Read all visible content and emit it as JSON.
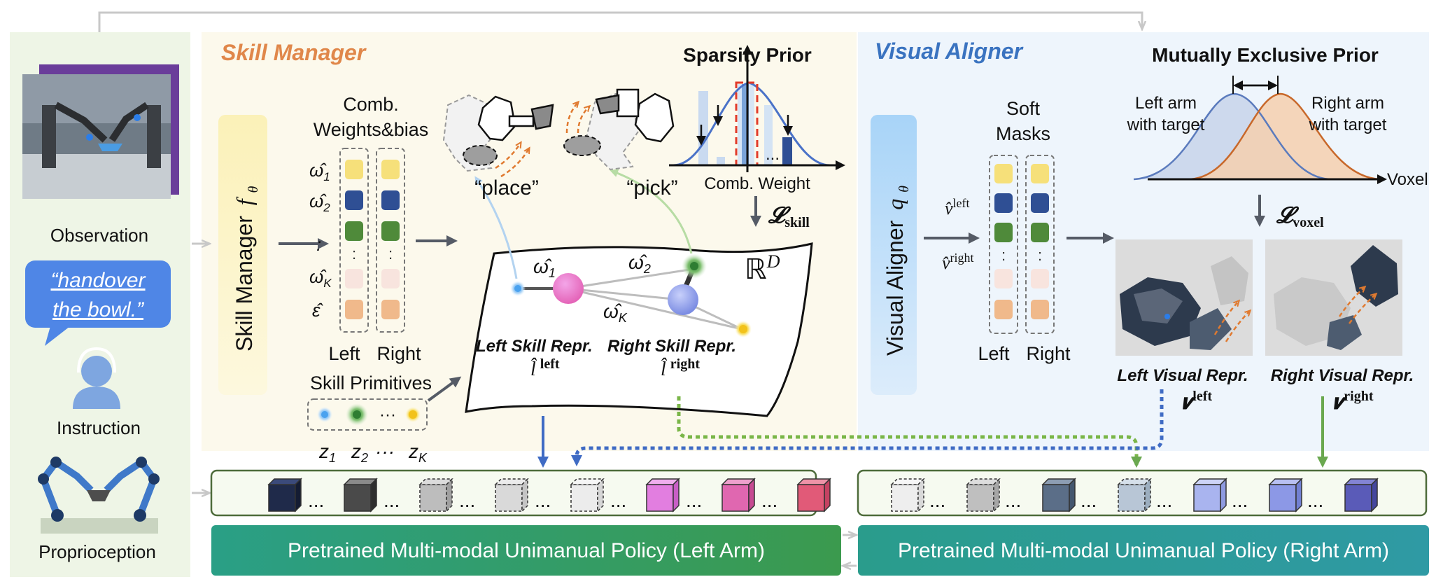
{
  "inputs": {
    "observation": "Observation",
    "instruction_quote_line1": "“handover",
    "instruction_quote_line2": "the bowl.”",
    "instruction": "Instruction",
    "proprioception": "Proprioception"
  },
  "skill_manager": {
    "title": "Skill Manager",
    "module_label": "Skill Manager",
    "module_symbol": "f",
    "module_sub": "θ",
    "comb_label_line1": "Comb.",
    "comb_label_line2": "Weights&bias",
    "weight_symbols": [
      "ω̂",
      "ω̂",
      ":",
      "ω̂",
      "ε̂"
    ],
    "weight_subs": [
      "1",
      "2",
      "",
      "K",
      ""
    ],
    "left": "Left",
    "right": "Right",
    "primitives_label": "Skill Primitives",
    "primitive_labels": [
      "z",
      "z",
      "···",
      "z"
    ],
    "primitive_subs": [
      "1",
      "2",
      "",
      "K"
    ],
    "place": "“place”",
    "pick": "“pick”",
    "sparsity_prior": "Sparsity Prior",
    "comb_weight": "Comb. Weight",
    "dots": "...",
    "loss_skill": "𝓛",
    "loss_skill_sub": "skill",
    "space": "ℝ",
    "space_sup": "D",
    "omega1": "ω̂",
    "omega1_sub": "1",
    "omega2": "ω̂",
    "omega2_sub": "2",
    "omegaK": "ω̂",
    "omegaK_sub": "K",
    "left_skill_repr": "Left Skill Repr.",
    "right_skill_repr": "Right Skill Repr.",
    "l_left": "l̂",
    "l_left_sup": "left",
    "l_right": "l̂",
    "l_right_sup": "right"
  },
  "visual_aligner": {
    "title": "Visual Aligner",
    "module_label": "Visual Aligner",
    "module_symbol": "q",
    "module_sub": "θ",
    "soft_line1": "Soft",
    "soft_line2": "Masks",
    "v_left": "v̂",
    "v_left_sup": "left",
    "v_right": "v̂",
    "v_right_sup": "right",
    "left": "Left",
    "right": "Right",
    "mutex_prior": "Mutually Exclusive Prior",
    "left_arm_line1": "Left arm",
    "left_arm_line2": "with target",
    "right_arm_line1": "Right arm",
    "right_arm_line2": "with target",
    "voxel": "Voxel",
    "loss_voxel": "𝓛",
    "loss_voxel_sub": "voxel",
    "left_visual_repr": "Left Visual Repr.",
    "right_visual_repr": "Right Visual Repr.",
    "vis_left": "𝒗",
    "vis_left_sup": "left",
    "vis_right": "𝒗",
    "vis_right_sup": "right"
  },
  "policies": {
    "left": "Pretrained Multi-modal Unimanual Policy (Left Arm)",
    "right": "Pretrained Multi-modal Unimanual Policy (Right Arm)"
  },
  "token_dots": "...",
  "colors": {
    "skill_title": "#e0874a",
    "visual_title": "#3a73c0",
    "yellow": "#f6e07a",
    "navy": "#2f4f94",
    "green": "#4f8a3a",
    "pink_light": "#f8e4de",
    "orange": "#f0b98b",
    "policy_green": "#2e9a62",
    "policy_teal": "#2a9d94"
  }
}
